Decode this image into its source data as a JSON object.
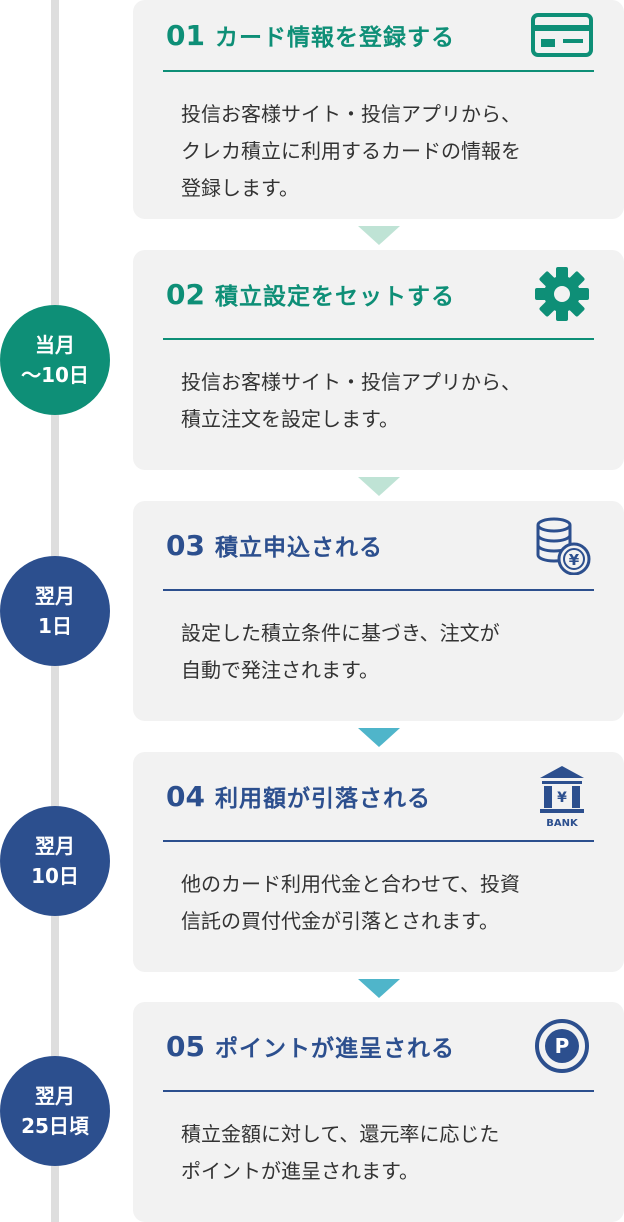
{
  "colors": {
    "green": "#0e8f77",
    "green_arrow": "#bfe3d5",
    "blue": "#2c4f8e",
    "blue_arrow": "#4fb5ca",
    "card": "#f2f2f2",
    "line": "#dedede"
  },
  "badges": [
    {
      "lines": [
        "当月",
        "〜10日"
      ],
      "color": "green"
    },
    {
      "lines": [
        "翌月",
        "1日"
      ],
      "color": "blue"
    },
    {
      "lines": [
        "翌月",
        "10日"
      ],
      "color": "blue"
    },
    {
      "lines": [
        "翌月",
        "25日頃"
      ],
      "color": "blue"
    }
  ],
  "steps": [
    {
      "num": "01",
      "title": "カード情報を登録する",
      "icon": "credit-card-icon",
      "body": [
        "投信お客様サイト・投信アプリから、",
        "クレカ積立に利用するカードの情報を",
        "登録します。"
      ]
    },
    {
      "num": "02",
      "title": "積立設定をセットする",
      "icon": "gear-icon",
      "body": [
        "投信お客様サイト・投信アプリから、",
        "積立注文を設定します。"
      ]
    },
    {
      "num": "03",
      "title": "積立申込される",
      "icon": "coins-yen-icon",
      "body": [
        "設定した積立条件に基づき、注文が",
        "自動で発注されます。"
      ]
    },
    {
      "num": "04",
      "title": "利用額が引落される",
      "icon": "bank-icon",
      "icon_text": "BANK",
      "body": [
        "他のカード利用代金と合わせて、投資",
        "信託の買付代金が引落とされます。"
      ]
    },
    {
      "num": "05",
      "title": "ポイントが進呈される",
      "icon": "point-p-icon",
      "body": [
        "積立金額に対して、還元率に応じた",
        "ポイントが進呈されます。"
      ]
    }
  ]
}
